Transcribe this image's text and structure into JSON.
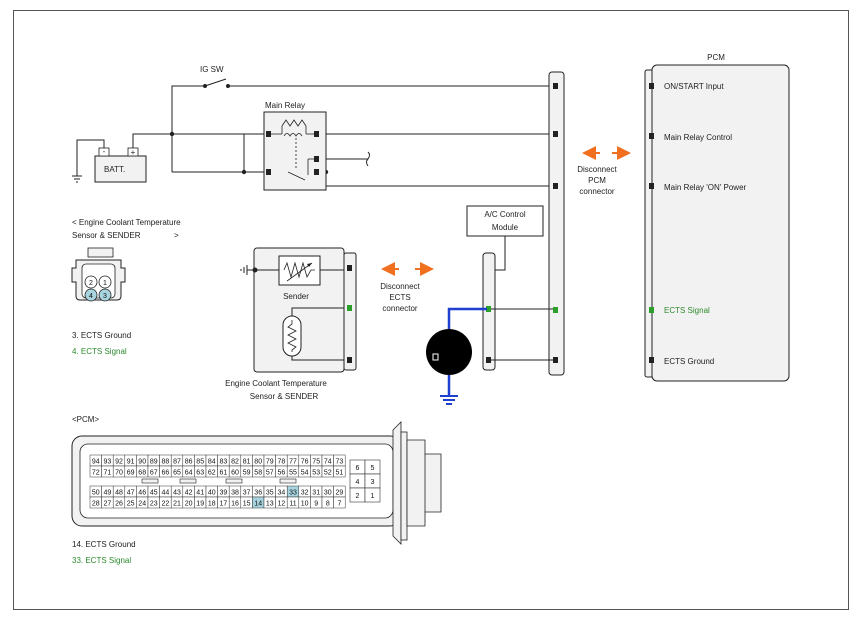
{
  "labels": {
    "ig_sw": "IG SW",
    "main_relay": "Main Relay",
    "batt": "BATT.",
    "batt_minus": "-",
    "batt_plus": "+",
    "pcm_title": "PCM",
    "pcm_on_start": "ON/START Input",
    "pcm_main_relay_control": "Main Relay Control",
    "pcm_main_relay_on_power": "Main Relay 'ON' Power",
    "pcm_ects_signal": "ECTS Signal",
    "pcm_ects_ground": "ECTS Ground",
    "disconnect_pcm_line1": "Disconnect",
    "disconnect_pcm_line2": "PCM",
    "disconnect_pcm_line3": "connector",
    "ac_module_line1": "A/C Control",
    "ac_module_line2": "Module",
    "sensor_caption_line1": "< Engine Coolant Temperature",
    "sensor_caption_line2": "Sensor & SENDER",
    "sensor_caption_close": ">",
    "sender": "Sender",
    "disconnect_ects_line1": "Disconnect",
    "disconnect_ects_line2": "ECTS",
    "disconnect_ects_line3": "connector",
    "sensor_bottom_line1": "Engine Coolant Temperature",
    "sensor_bottom_line2": "Sensor & SENDER",
    "sensor_pin3_desc": "3. ECTS Ground",
    "sensor_pin4_desc": "4. ECTS Signal",
    "pcm_connector_caption": "<PCM>",
    "pcm_pin14_desc": "14.   ECTS Ground",
    "pcm_pin33_desc": "33. ECTS Signal"
  },
  "sensor_connector_pins": [
    "2",
    "1",
    "4",
    "3"
  ],
  "pcm_connector": {
    "row1": [
      "94",
      "93",
      "92",
      "91",
      "90",
      "89",
      "88",
      "87",
      "86",
      "85",
      "84",
      "83",
      "82",
      "81",
      "80",
      "79",
      "78",
      "77",
      "76",
      "75",
      "74",
      "73"
    ],
    "row2": [
      "72",
      "71",
      "70",
      "69",
      "68",
      "67",
      "66",
      "65",
      "64",
      "63",
      "62",
      "61",
      "60",
      "59",
      "58",
      "57",
      "56",
      "55",
      "54",
      "53",
      "52",
      "51"
    ],
    "row3": [
      "50",
      "49",
      "48",
      "47",
      "46",
      "45",
      "44",
      "43",
      "42",
      "41",
      "40",
      "39",
      "38",
      "37",
      "36",
      "35",
      "34",
      "33",
      "32",
      "31",
      "30",
      "29"
    ],
    "row4": [
      "28",
      "27",
      "26",
      "25",
      "24",
      "23",
      "22",
      "21",
      "20",
      "19",
      "18",
      "17",
      "16",
      "15",
      "14",
      "13",
      "12",
      "11",
      "10",
      "9",
      "8",
      "7"
    ],
    "side_pins": [
      "6",
      "5",
      "4",
      "3",
      "2",
      "1"
    ],
    "highlighted": [
      "14",
      "33"
    ]
  },
  "colors": {
    "arrow": "#f07020",
    "signal_wire": "#1f3fd0",
    "pin_highlight": "#a8d4e0",
    "signal_text": "#2e8b2e",
    "terminal_green": "#2aa02a"
  }
}
